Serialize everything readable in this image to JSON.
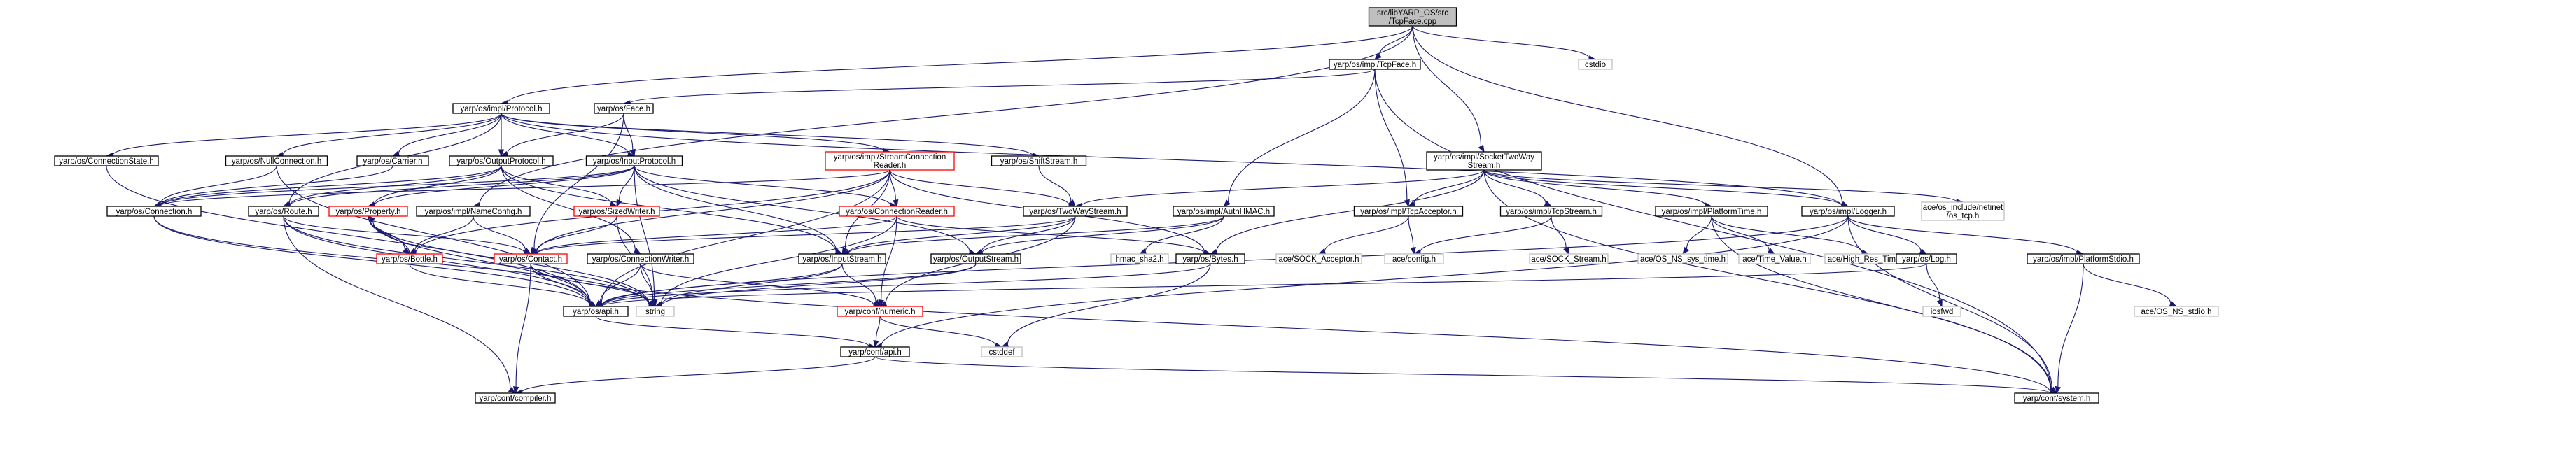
{
  "diagram": {
    "title": "",
    "colors": {
      "edge": "#191970",
      "box_black": "#000000",
      "box_red": "#ff0000",
      "box_grey": "#bfbfbf",
      "fill_root": "#bfbfbf",
      "fill_default": "#ffffff"
    },
    "nodes": [
      {
        "id": "root",
        "lines": [
          "src/libYARP_OS/src",
          "/TcpFace.cpp"
        ],
        "style": "root"
      },
      {
        "id": "tcpface_h",
        "lines": [
          "yarp/os/impl/TcpFace.h"
        ],
        "style": "black"
      },
      {
        "id": "cstdio",
        "lines": [
          "cstdio"
        ],
        "style": "grey"
      },
      {
        "id": "protocol_h",
        "lines": [
          "yarp/os/impl/Protocol.h"
        ],
        "style": "black"
      },
      {
        "id": "face_h",
        "lines": [
          "yarp/os/Face.h"
        ],
        "style": "black"
      },
      {
        "id": "socket2way_h",
        "lines": [
          "yarp/os/impl/SocketTwoWay",
          "Stream.h"
        ],
        "style": "black"
      },
      {
        "id": "connstate_h",
        "lines": [
          "yarp/os/ConnectionState.h"
        ],
        "style": "black"
      },
      {
        "id": "nullconn_h",
        "lines": [
          "yarp/os/NullConnection.h"
        ],
        "style": "black"
      },
      {
        "id": "carrier_h",
        "lines": [
          "yarp/os/Carrier.h"
        ],
        "style": "black"
      },
      {
        "id": "outproto_h",
        "lines": [
          "yarp/os/OutputProtocol.h"
        ],
        "style": "black"
      },
      {
        "id": "inproto_h",
        "lines": [
          "yarp/os/InputProtocol.h"
        ],
        "style": "black"
      },
      {
        "id": "streamconnreader_h",
        "lines": [
          "yarp/os/impl/StreamConnection",
          "Reader.h"
        ],
        "style": "red"
      },
      {
        "id": "shiftstream_h",
        "lines": [
          "yarp/os/ShiftStream.h"
        ],
        "style": "black"
      },
      {
        "id": "connection_h",
        "lines": [
          "yarp/os/Connection.h"
        ],
        "style": "black"
      },
      {
        "id": "route_h",
        "lines": [
          "yarp/os/Route.h"
        ],
        "style": "black"
      },
      {
        "id": "property_h",
        "lines": [
          "yarp/os/Property.h"
        ],
        "style": "red"
      },
      {
        "id": "nameconfig_h",
        "lines": [
          "yarp/os/impl/NameConfig.h"
        ],
        "style": "black"
      },
      {
        "id": "sizedwriter_h",
        "lines": [
          "yarp/os/SizedWriter.h"
        ],
        "style": "red"
      },
      {
        "id": "connreader_h",
        "lines": [
          "yarp/os/ConnectionReader.h"
        ],
        "style": "red"
      },
      {
        "id": "twoway_h",
        "lines": [
          "yarp/os/TwoWayStream.h"
        ],
        "style": "black"
      },
      {
        "id": "authhmac_h",
        "lines": [
          "yarp/os/impl/AuthHMAC.h"
        ],
        "style": "black"
      },
      {
        "id": "tcpacceptor_h",
        "lines": [
          "yarp/os/impl/TcpAcceptor.h"
        ],
        "style": "black"
      },
      {
        "id": "tcpstream_h",
        "lines": [
          "yarp/os/impl/TcpStream.h"
        ],
        "style": "black"
      },
      {
        "id": "platformtime_h",
        "lines": [
          "yarp/os/impl/PlatformTime.h"
        ],
        "style": "black"
      },
      {
        "id": "logger_h",
        "lines": [
          "yarp/os/impl/Logger.h"
        ],
        "style": "black"
      },
      {
        "id": "ace_os_tcp",
        "lines": [
          "ace/os_include/netinet",
          "/os_tcp.h"
        ],
        "style": "grey"
      },
      {
        "id": "bottle_h",
        "lines": [
          "yarp/os/Bottle.h"
        ],
        "style": "red"
      },
      {
        "id": "contact_h",
        "lines": [
          "yarp/os/Contact.h"
        ],
        "style": "red"
      },
      {
        "id": "connwriter_h",
        "lines": [
          "yarp/os/ConnectionWriter.h"
        ],
        "style": "black"
      },
      {
        "id": "instream_h",
        "lines": [
          "yarp/os/InputStream.h"
        ],
        "style": "black"
      },
      {
        "id": "outstream_h",
        "lines": [
          "yarp/os/OutputStream.h"
        ],
        "style": "black"
      },
      {
        "id": "hmac_sha2",
        "lines": [
          "hmac_sha2.h"
        ],
        "style": "grey"
      },
      {
        "id": "bytes_h",
        "lines": [
          "yarp/os/Bytes.h"
        ],
        "style": "black"
      },
      {
        "id": "ace_sock_acceptor",
        "lines": [
          "ace/SOCK_Acceptor.h"
        ],
        "style": "grey"
      },
      {
        "id": "ace_config",
        "lines": [
          "ace/config.h"
        ],
        "style": "grey"
      },
      {
        "id": "ace_sock_stream",
        "lines": [
          "ace/SOCK_Stream.h"
        ],
        "style": "grey"
      },
      {
        "id": "ace_os_ns_sys_time",
        "lines": [
          "ace/OS_NS_sys_time.h"
        ],
        "style": "grey"
      },
      {
        "id": "ace_time_value",
        "lines": [
          "ace/Time_Value.h"
        ],
        "style": "grey"
      },
      {
        "id": "ace_high_res",
        "lines": [
          "ace/High_Res_Timer.h"
        ],
        "style": "grey"
      },
      {
        "id": "log_h",
        "lines": [
          "yarp/os/Log.h"
        ],
        "style": "black"
      },
      {
        "id": "platformstdio_h",
        "lines": [
          "yarp/os/impl/PlatformStdio.h"
        ],
        "style": "black"
      },
      {
        "id": "api_h",
        "lines": [
          "yarp/os/api.h"
        ],
        "style": "black"
      },
      {
        "id": "string",
        "lines": [
          "string"
        ],
        "style": "grey"
      },
      {
        "id": "numeric_h",
        "lines": [
          "yarp/conf/numeric.h"
        ],
        "style": "red"
      },
      {
        "id": "iosfwd",
        "lines": [
          "iosfwd"
        ],
        "style": "grey"
      },
      {
        "id": "ace_os_ns_stdio",
        "lines": [
          "ace/OS_NS_stdio.h"
        ],
        "style": "grey"
      },
      {
        "id": "conf_api_h",
        "lines": [
          "yarp/conf/api.h"
        ],
        "style": "black"
      },
      {
        "id": "cstddef",
        "lines": [
          "cstddef"
        ],
        "style": "grey"
      },
      {
        "id": "compiler_h",
        "lines": [
          "yarp/conf/compiler.h"
        ],
        "style": "black"
      },
      {
        "id": "system_h",
        "lines": [
          "yarp/conf/system.h"
        ],
        "style": "black"
      }
    ],
    "edges": [
      [
        "root",
        "tcpface_h"
      ],
      [
        "root",
        "cstdio"
      ],
      [
        "root",
        "protocol_h"
      ],
      [
        "root",
        "nameconfig_h"
      ],
      [
        "root",
        "socket2way_h"
      ],
      [
        "root",
        "logger_h"
      ],
      [
        "tcpface_h",
        "face_h"
      ],
      [
        "tcpface_h",
        "authhmac_h"
      ],
      [
        "tcpface_h",
        "tcpacceptor_h"
      ],
      [
        "tcpface_h",
        "system_h"
      ],
      [
        "protocol_h",
        "connstate_h"
      ],
      [
        "protocol_h",
        "nullconn_h"
      ],
      [
        "protocol_h",
        "carrier_h"
      ],
      [
        "protocol_h",
        "outproto_h"
      ],
      [
        "protocol_h",
        "inproto_h"
      ],
      [
        "protocol_h",
        "streamconnreader_h"
      ],
      [
        "protocol_h",
        "shiftstream_h"
      ],
      [
        "protocol_h",
        "route_h"
      ],
      [
        "protocol_h",
        "logger_h"
      ],
      [
        "face_h",
        "outproto_h"
      ],
      [
        "face_h",
        "inproto_h"
      ],
      [
        "face_h",
        "contact_h"
      ],
      [
        "connstate_h",
        "api_h"
      ],
      [
        "nullconn_h",
        "connection_h"
      ],
      [
        "nullconn_h",
        "api_h"
      ],
      [
        "carrier_h",
        "connection_h"
      ],
      [
        "outproto_h",
        "connection_h"
      ],
      [
        "outproto_h",
        "route_h"
      ],
      [
        "outproto_h",
        "property_h"
      ],
      [
        "outproto_h",
        "sizedwriter_h"
      ],
      [
        "outproto_h",
        "connwriter_h"
      ],
      [
        "outproto_h",
        "instream_h"
      ],
      [
        "inproto_h",
        "connection_h"
      ],
      [
        "inproto_h",
        "route_h"
      ],
      [
        "inproto_h",
        "property_h"
      ],
      [
        "inproto_h",
        "sizedwriter_h"
      ],
      [
        "inproto_h",
        "connreader_h"
      ],
      [
        "inproto_h",
        "instream_h"
      ],
      [
        "inproto_h",
        "outstream_h"
      ],
      [
        "inproto_h",
        "string"
      ],
      [
        "streamconnreader_h",
        "connection_h"
      ],
      [
        "streamconnreader_h",
        "connreader_h"
      ],
      [
        "streamconnreader_h",
        "twoway_h"
      ],
      [
        "streamconnreader_h",
        "instream_h"
      ],
      [
        "streamconnreader_h",
        "bytes_h"
      ],
      [
        "streamconnreader_h",
        "contact_h"
      ],
      [
        "streamconnreader_h",
        "bottle_h"
      ],
      [
        "streamconnreader_h",
        "api_h"
      ],
      [
        "shiftstream_h",
        "twoway_h"
      ],
      [
        "connection_h",
        "api_h"
      ],
      [
        "connection_h",
        "string"
      ],
      [
        "route_h",
        "contact_h"
      ],
      [
        "route_h",
        "api_h"
      ],
      [
        "route_h",
        "string"
      ],
      [
        "route_h",
        "compiler_h"
      ],
      [
        "property_h",
        "bottle_h"
      ],
      [
        "property_h",
        "api_h"
      ],
      [
        "property_h",
        "string"
      ],
      [
        "nameconfig_h",
        "bottle_h"
      ],
      [
        "nameconfig_h",
        "contact_h"
      ],
      [
        "sizedwriter_h",
        "contact_h"
      ],
      [
        "sizedwriter_h",
        "string"
      ],
      [
        "connreader_h",
        "contact_h"
      ],
      [
        "connreader_h",
        "bytes_h"
      ],
      [
        "connreader_h",
        "string"
      ],
      [
        "connreader_h",
        "numeric_h"
      ],
      [
        "twoway_h",
        "instream_h"
      ],
      [
        "twoway_h",
        "outstream_h"
      ],
      [
        "twoway_h",
        "contact_h"
      ],
      [
        "twoway_h",
        "numeric_h"
      ],
      [
        "authhmac_h",
        "instream_h"
      ],
      [
        "authhmac_h",
        "outstream_h"
      ],
      [
        "authhmac_h",
        "hmac_sha2"
      ],
      [
        "socket2way_h",
        "twoway_h"
      ],
      [
        "socket2way_h",
        "tcpacceptor_h"
      ],
      [
        "socket2way_h",
        "tcpstream_h"
      ],
      [
        "socket2way_h",
        "platformtime_h"
      ],
      [
        "socket2way_h",
        "logger_h"
      ],
      [
        "socket2way_h",
        "ace_os_tcp"
      ],
      [
        "socket2way_h",
        "bytes_h"
      ],
      [
        "socket2way_h",
        "system_h"
      ],
      [
        "tcpacceptor_h",
        "ace_sock_acceptor"
      ],
      [
        "tcpacceptor_h",
        "ace_config"
      ],
      [
        "tcpstream_h",
        "ace_sock_stream"
      ],
      [
        "tcpstream_h",
        "ace_config"
      ],
      [
        "platformtime_h",
        "ace_os_ns_sys_time"
      ],
      [
        "platformtime_h",
        "ace_time_value"
      ],
      [
        "platformtime_h",
        "ace_high_res"
      ],
      [
        "platformtime_h",
        "system_h"
      ],
      [
        "logger_h",
        "log_h"
      ],
      [
        "logger_h",
        "platformstdio_h"
      ],
      [
        "logger_h",
        "api_h"
      ],
      [
        "logger_h",
        "conf_api_h"
      ],
      [
        "logger_h",
        "system_h"
      ],
      [
        "bottle_h",
        "api_h"
      ],
      [
        "bottle_h",
        "property_h"
      ],
      [
        "contact_h",
        "api_h"
      ],
      [
        "contact_h",
        "string"
      ],
      [
        "contact_h",
        "compiler_h"
      ],
      [
        "contact_h",
        "system_h"
      ],
      [
        "connwriter_h",
        "api_h"
      ],
      [
        "connwriter_h",
        "string"
      ],
      [
        "connwriter_h",
        "numeric_h"
      ],
      [
        "instream_h",
        "api_h"
      ],
      [
        "instream_h",
        "string"
      ],
      [
        "instream_h",
        "numeric_h"
      ],
      [
        "outstream_h",
        "api_h"
      ],
      [
        "outstream_h",
        "string"
      ],
      [
        "bytes_h",
        "api_h"
      ],
      [
        "bytes_h",
        "cstddef"
      ],
      [
        "log_h",
        "iosfwd"
      ],
      [
        "log_h",
        "api_h"
      ],
      [
        "platformstdio_h",
        "ace_os_ns_stdio"
      ],
      [
        "platformstdio_h",
        "system_h"
      ],
      [
        "api_h",
        "conf_api_h"
      ],
      [
        "numeric_h",
        "conf_api_h"
      ],
      [
        "numeric_h",
        "cstddef"
      ],
      [
        "conf_api_h",
        "compiler_h"
      ],
      [
        "conf_api_h",
        "system_h"
      ]
    ]
  }
}
